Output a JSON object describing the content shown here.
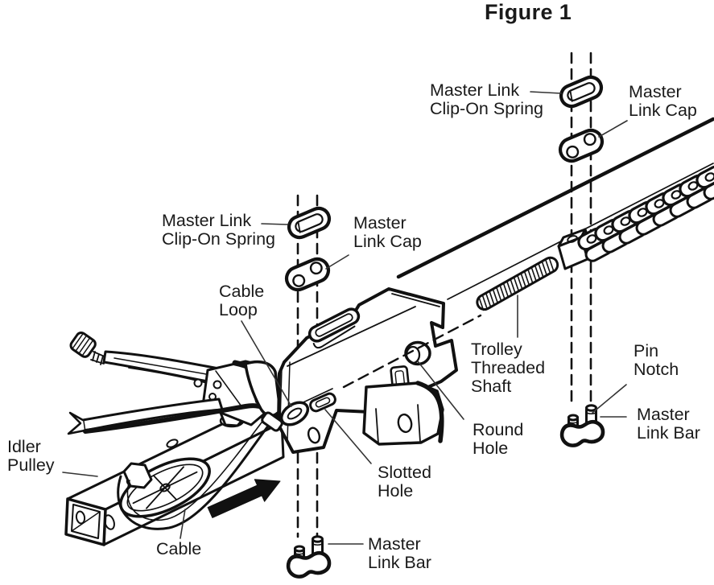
{
  "figure_title": "Figure 1",
  "colors": {
    "line": "#111111",
    "text": "#1a1a1a",
    "background": "#ffffff"
  },
  "labels": {
    "spring_top": "Master Link\nClip-On Spring",
    "cap_top": "Master\nLink Cap",
    "spring_mid": "Master Link\nClip-On Spring",
    "cap_mid": "Master\nLink Cap",
    "cable_loop": "Cable\nLoop",
    "trolley_threaded_shaft": "Trolley\nThreaded\nShaft",
    "pin_notch": "Pin\nNotch",
    "master_link_bar_right": "Master\nLink Bar",
    "round_hole": "Round\nHole",
    "slotted_hole": "Slotted\nHole",
    "master_link_bar_bottom": "Master\nLink Bar",
    "idler_pulley": "Idler\nPulley",
    "cable": "Cable"
  }
}
